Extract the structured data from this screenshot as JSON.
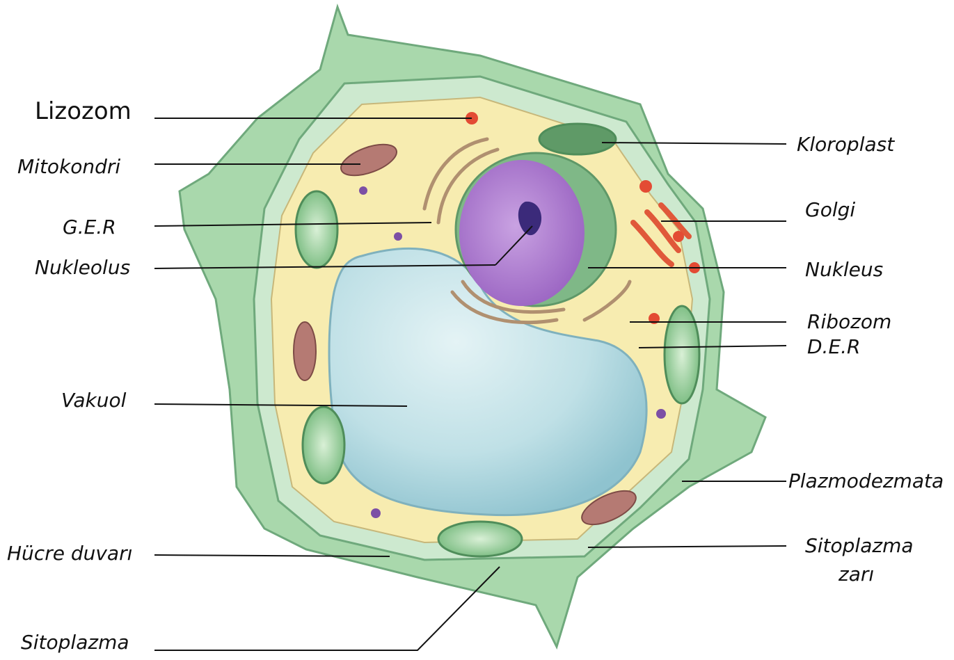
{
  "diagram": {
    "labels": {
      "lizozom": "Lizozom",
      "mitokondri": "Mitokondri",
      "ger": "G.E.R",
      "nukleolus": "Nukleolus",
      "vakuol": "Vakuol",
      "hucre_duvari": "Hücre duvarı",
      "sitoplazma": "Sitoplazma",
      "kloroplast": "Kloroplast",
      "golgi": "Golgi",
      "nukleus": "Nukleus",
      "ribozom": "Ribozom",
      "der": "D.E.R",
      "plazmodezmata": "Plazmodezmata",
      "sitoplazma_zari_line1": "Sitoplazma",
      "sitoplazma_zari_line2": "zarı"
    },
    "colors": {
      "cell_wall": "#a8d5a8",
      "cell_wall_dark": "#7fbf8a",
      "cytoplasm": "#f7ecb0",
      "vacuole": "#bfe0e6",
      "nucleus": "#b98ad6",
      "nucleolus": "#3b2a7a",
      "nuclear_envelope": "#7cae84",
      "chloroplast": "#8cc98f",
      "mitochondrion": "#b57a73",
      "golgi": "#e0583a",
      "lysosome": "#e34b34",
      "er": "#b09070"
    }
  }
}
